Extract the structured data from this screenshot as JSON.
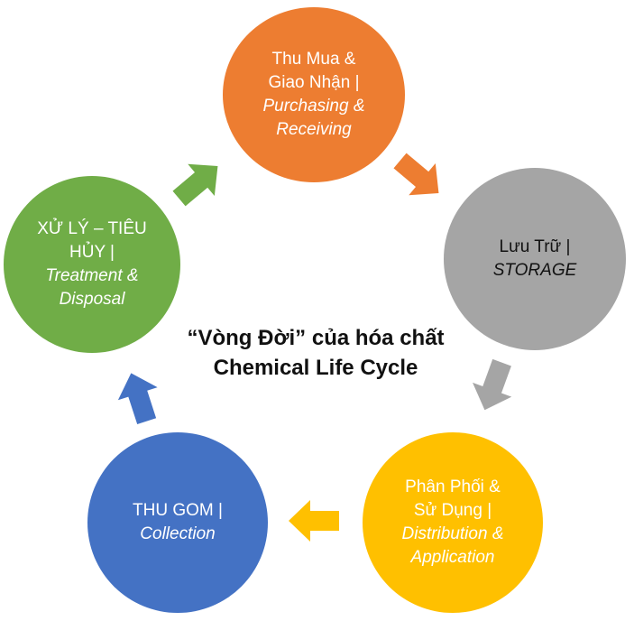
{
  "center": {
    "line1": "“Vòng Đời” của hóa chất",
    "line2": "Chemical Life Cycle"
  },
  "nodes": [
    {
      "vi_lines": [
        "Thu Mua &",
        "Giao Nhận |"
      ],
      "en_lines": [
        "Purchasing &",
        "Receiving"
      ],
      "color": "#ED7D31"
    },
    {
      "vi_lines": [
        "Lưu Trữ |"
      ],
      "en_lines": [
        "STORAGE"
      ],
      "color": "#A5A5A5"
    },
    {
      "vi_lines": [
        "Phân Phối &",
        "Sử Dụng |"
      ],
      "en_lines": [
        "Distribution &",
        "Application"
      ],
      "color": "#FFC000"
    },
    {
      "vi_lines": [
        "THU GOM |"
      ],
      "en_lines": [
        "Collection"
      ],
      "color": "#4472C4"
    },
    {
      "vi_lines": [
        "XỬ LÝ – TIÊU",
        "HỦY |"
      ],
      "en_lines": [
        "Treatment &",
        "Disposal"
      ],
      "color": "#70AD47"
    }
  ],
  "arrows": [
    {
      "from": "Thu Mua & Giao Nhận",
      "to": "Lưu Trữ",
      "color": "#ED7D31"
    },
    {
      "from": "Lưu Trữ",
      "to": "Phân Phối & Sử Dụng",
      "color": "#A5A5A5"
    },
    {
      "from": "Phân Phối & Sử Dụng",
      "to": "THU GOM",
      "color": "#FFC000"
    },
    {
      "from": "THU GOM",
      "to": "XỬ LÝ – TIÊU HỦY",
      "color": "#4472C4"
    },
    {
      "from": "XỬ LÝ – TIÊU HỦY",
      "to": "Thu Mua & Giao Nhận",
      "color": "#70AD47"
    }
  ]
}
